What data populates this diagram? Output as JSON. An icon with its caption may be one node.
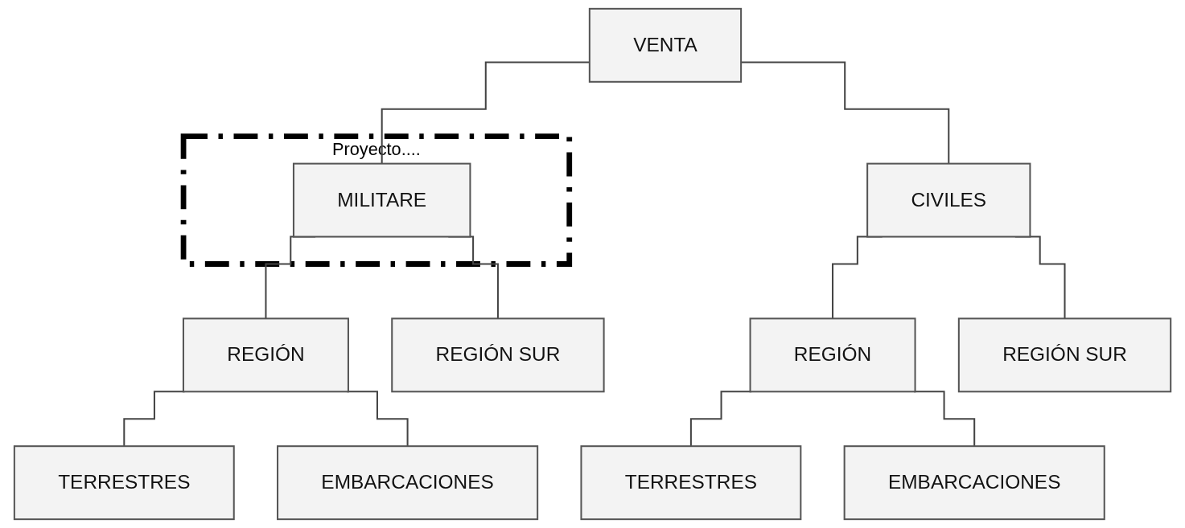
{
  "diagram": {
    "nodes": [
      {
        "text": [
          "Proyecto...."
        ]
      },
      {
        "text": [
          "VENTA"
        ]
      },
      {
        "text": [
          "MILITARE"
        ],
        "in": 0
      },
      {
        "text": [
          "CIVILES"
        ]
      },
      {
        "text": [
          "REGIÓN"
        ]
      },
      {
        "text": [
          "REGIÓN SUR"
        ]
      },
      {
        "text": [
          "TERRESTRES"
        ]
      },
      {
        "text": [
          "EMBARCACIONES"
        ]
      },
      {
        "text": [
          "REGIÓN"
        ]
      },
      {
        "text": [
          "REGIÓN SUR"
        ]
      },
      {
        "text": [
          "TERRESTRES"
        ]
      },
      {
        "text": [
          "EMBARCACIONES"
        ]
      }
    ],
    "edges": [
      {
        "from": 1,
        "to": 2,
        "arrow": "none"
      },
      {
        "from": 1,
        "to": 3,
        "arrow": "none"
      },
      {
        "from": 2,
        "to": 4,
        "arrow": "none"
      },
      {
        "from": 2,
        "to": 5,
        "arrow": "none"
      },
      {
        "from": 4,
        "to": 6,
        "arrow": "none"
      },
      {
        "from": 4,
        "to": 7,
        "arrow": "none"
      },
      {
        "from": 3,
        "to": 8,
        "arrow": "none"
      },
      {
        "from": 3,
        "to": 9,
        "arrow": "none"
      },
      {
        "from": 8,
        "to": 10,
        "arrow": "none"
      },
      {
        "from": 8,
        "to": 11,
        "arrow": "none"
      }
    ]
  }
}
